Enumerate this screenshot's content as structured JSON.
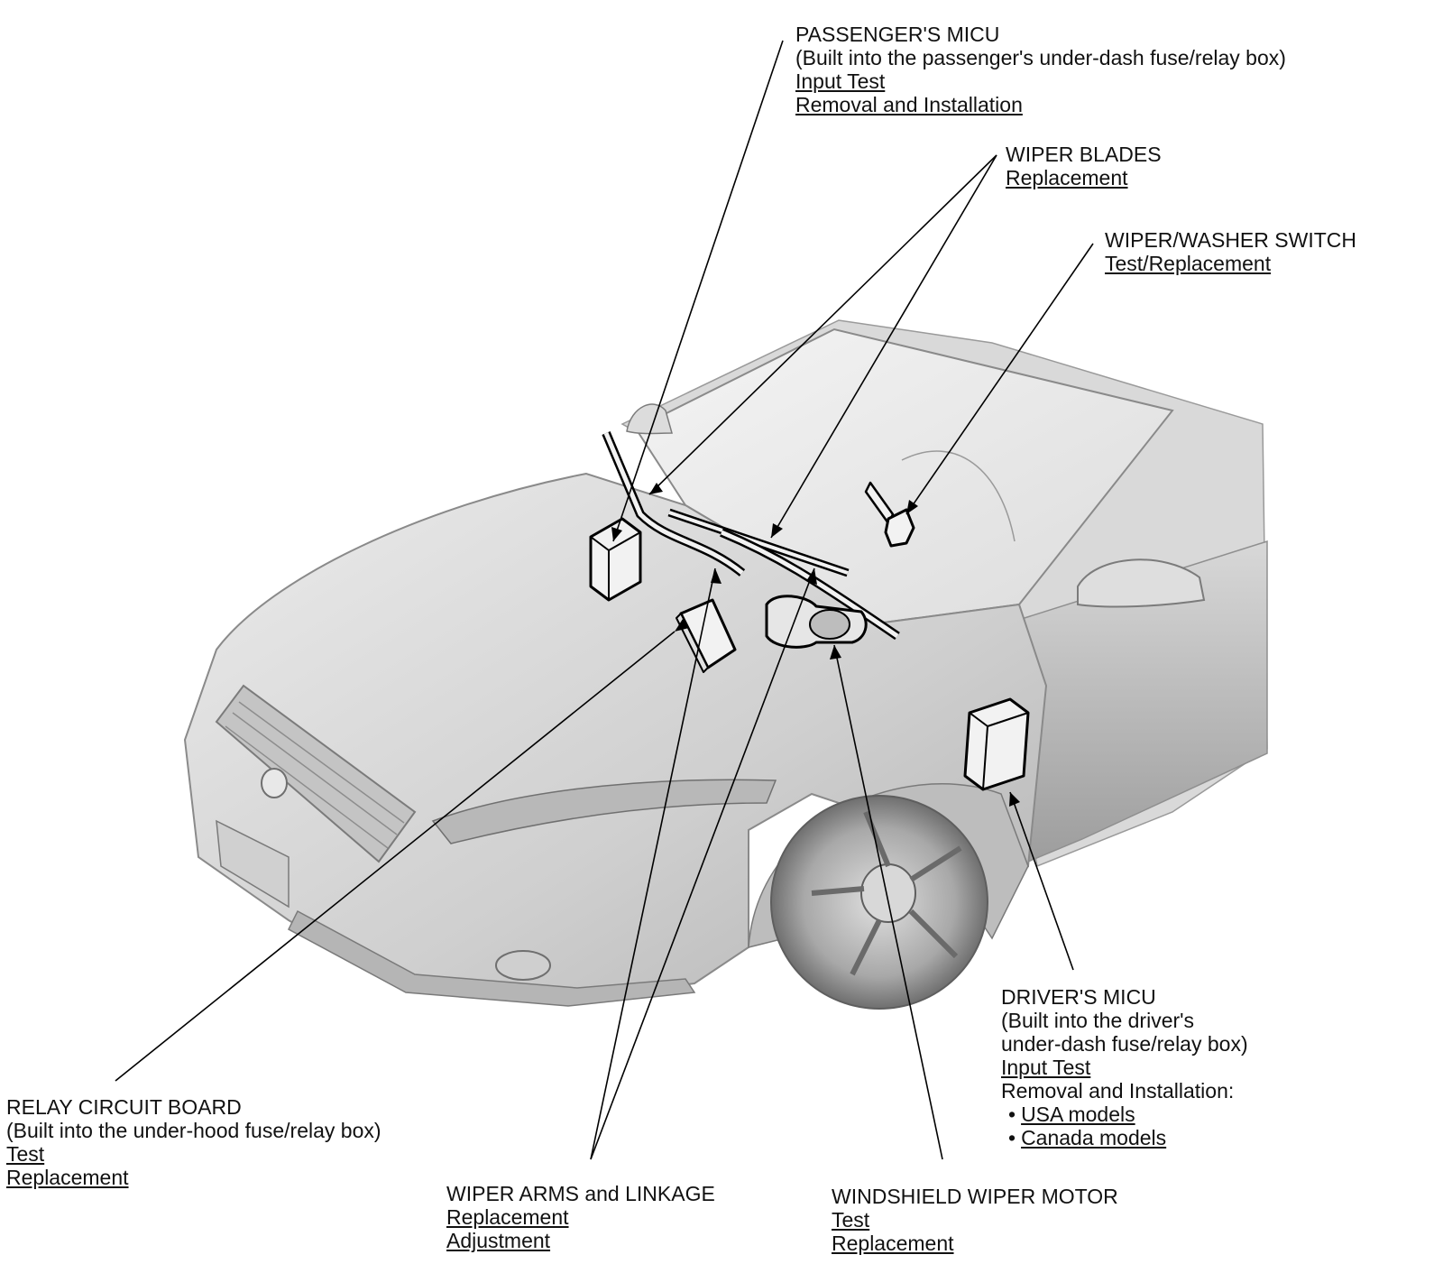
{
  "callouts": {
    "passengers_micu": {
      "title": "PASSENGER'S MICU",
      "subtitle": "(Built into the passenger's under-dash fuse/relay box)",
      "links": [
        "Input Test",
        "Removal and Installation"
      ]
    },
    "wiper_blades": {
      "title": "WIPER BLADES",
      "links": [
        "Replacement"
      ]
    },
    "wiper_washer_switch": {
      "title": "WIPER/WASHER SWITCH",
      "links": [
        "Test/Replacement"
      ]
    },
    "drivers_micu": {
      "title": "DRIVER'S MICU",
      "subtitle_1": "(Built into the driver's",
      "subtitle_2": "under-dash fuse/relay box)",
      "links": [
        "Input Test"
      ],
      "removal_label": "Removal and Installation:",
      "bullet_char": "•",
      "bullet_links": [
        "USA models",
        "Canada models"
      ]
    },
    "relay_circuit_board": {
      "title": "RELAY CIRCUIT BOARD",
      "subtitle": "(Built into the under-hood fuse/relay box)",
      "links": [
        "Test",
        "Replacement"
      ]
    },
    "wiper_arms_linkage": {
      "title": "WIPER ARMS and LINKAGE",
      "links": [
        "Replacement",
        "Adjustment"
      ]
    },
    "windshield_wiper_motor": {
      "title": "WINDSHIELD WIPER MOTOR",
      "links": [
        "Test",
        "Replacement"
      ]
    }
  },
  "colors": {
    "ink": "#111111",
    "car_body": "#d4d4d4",
    "car_shadow": "#a9a9a9",
    "part_fill": "#f2f2f2"
  }
}
